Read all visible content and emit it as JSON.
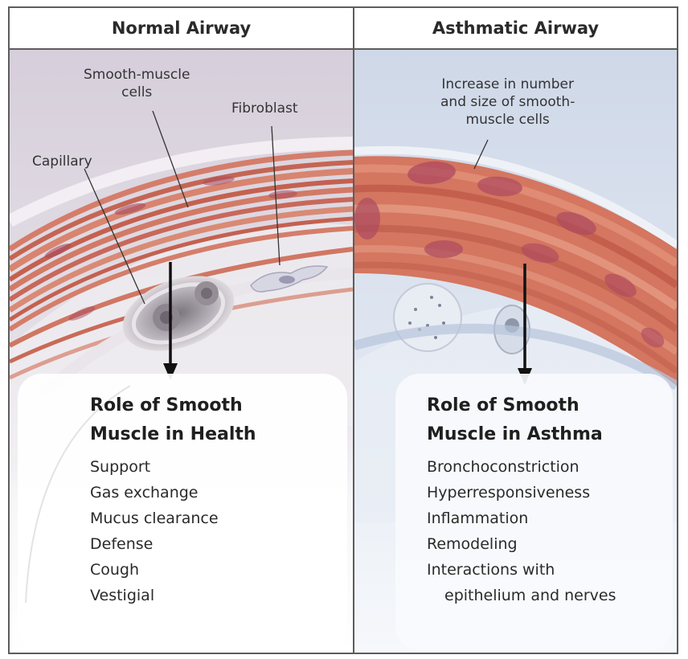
{
  "panels": {
    "normal": {
      "title": "Normal Airway",
      "labels": {
        "smooth_muscle_1": "Smooth-muscle",
        "smooth_muscle_2": "cells",
        "fibroblast": "Fibroblast",
        "capillary": "Capillary"
      },
      "role_title_1": "Role of Smooth",
      "role_title_2": "Muscle in Health",
      "roles": [
        "Support",
        "Gas exchange",
        "Mucus clearance",
        "Defense",
        "Cough",
        "Vestigial"
      ]
    },
    "asthmatic": {
      "title": "Asthmatic Airway",
      "labels": {
        "increase_1": "Increase in number",
        "increase_2": "and size of smooth-",
        "increase_3": "muscle cells"
      },
      "role_title_1": "Role of Smooth",
      "role_title_2": "Muscle in Asthma",
      "roles": [
        "Bronchoconstriction",
        "Hyperresponsiveness",
        "Inflammation",
        "Remodeling",
        "Interactions with"
      ],
      "roles_continuation": "epithelium and nerves"
    }
  },
  "colors": {
    "normal_bg": "#d9d3dd",
    "asthmatic_bg": "#d3dbe9",
    "muscle": "#c96a55",
    "nucleus": "#b04a5e",
    "text_box": "#ffffff"
  }
}
